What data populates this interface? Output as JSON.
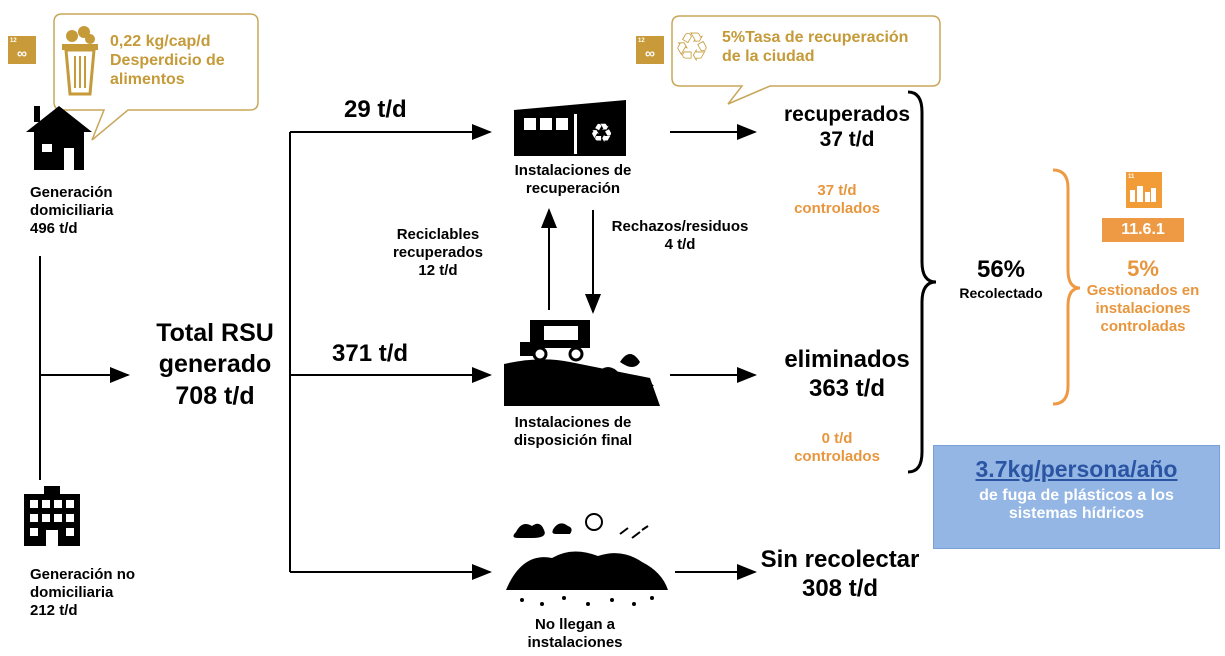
{
  "household": {
    "label_line1": "Generación",
    "label_line2": "domiciliaria",
    "amount": "496 t/d"
  },
  "non_household": {
    "label_line1": "Generación no",
    "label_line2": "domiciliaria",
    "amount": "212 t/d"
  },
  "food_waste_callout": {
    "line1": "0,22 kg/cap/d",
    "line2": "Desperdicio de",
    "line3": "alimentos"
  },
  "recovery_rate_callout": {
    "line1": "5%Tasa de recuperación",
    "line2": "de la ciudad"
  },
  "total": {
    "line1": "Total RSU",
    "line2": "generado",
    "line3": "708 t/d"
  },
  "flows": {
    "to_recovery": "29 t/d",
    "to_disposal": "371 t/d"
  },
  "recovery_facility": {
    "line1": "Instalaciones de",
    "line2": "recuperación"
  },
  "disposal_facility": {
    "line1": "Instalaciones de",
    "line2": "disposición final"
  },
  "uncollected_site": {
    "line1": "No llegan a",
    "line2": "instalaciones"
  },
  "recyclables": {
    "line1": "Reciclables",
    "line2": "recuperados",
    "line3": "12 t/d"
  },
  "rejects": {
    "line1": "Rechazos/residuos",
    "line2": "4 t/d"
  },
  "recovered": {
    "label": "recuperados",
    "amount": "37 t/d",
    "controlled_amount": "37 t/d",
    "controlled_label": "controlados"
  },
  "eliminated": {
    "label": "eliminados",
    "amount": "363 t/d",
    "controlled_amount": "0 t/d",
    "controlled_label": "controlados"
  },
  "uncollected": {
    "label": "Sin recolectar",
    "amount": "308 t/d"
  },
  "collected": {
    "percent": "56%",
    "label": "Recolectado"
  },
  "indicator": {
    "code": "11.6.1",
    "percent": "5%",
    "line1": "Gestionados en",
    "line2": "instalaciones",
    "line3": "controladas"
  },
  "plastic_leak": {
    "headline": "3.7kg/persona/año",
    "line1": "de fuga de plásticos a los",
    "line2": "sistemas hídricos"
  },
  "sdg_badges": {
    "sdg12_number": "12",
    "sdg11_number": "11"
  },
  "colors": {
    "gold": "#c59a38",
    "orange": "#e8963d",
    "blue_box": "#94b6e4",
    "blue_text": "#2b55a3",
    "sdg11": "#f29c38",
    "sdg12": "#c89a3a"
  }
}
